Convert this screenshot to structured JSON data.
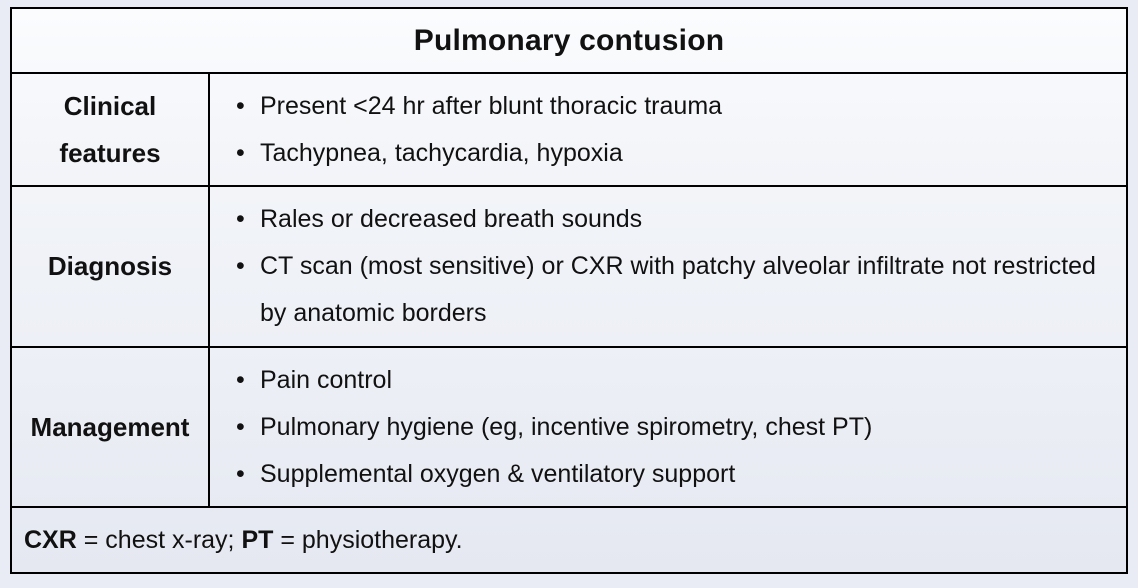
{
  "table": {
    "title": "Pulmonary contusion",
    "rows": [
      {
        "label": "Clinical features",
        "bullets": [
          "Present <24 hr after blunt thoracic trauma",
          "Tachypnea, tachycardia, hypoxia"
        ]
      },
      {
        "label": "Diagnosis",
        "bullets": [
          "Rales or decreased breath sounds",
          "CT scan (most sensitive) or CXR with patchy alveolar infiltrate not restricted by anatomic borders"
        ]
      },
      {
        "label": "Management",
        "bullets": [
          "Pain control",
          "Pulmonary hygiene (eg, incentive spirometry, chest PT)",
          "Supplemental oxygen & ventilatory support"
        ]
      }
    ],
    "footnote": {
      "parts": [
        "CXR",
        " = chest x-ray; ",
        "PT",
        " = physiotherapy."
      ]
    },
    "bullet_glyph": "•",
    "colors": {
      "border": "#000000",
      "page_bg": "#e9ecf4",
      "cell_bg_top": "#fbfcfe",
      "cell_bg_bottom": "#e5e8f1",
      "text": "#111111"
    }
  }
}
